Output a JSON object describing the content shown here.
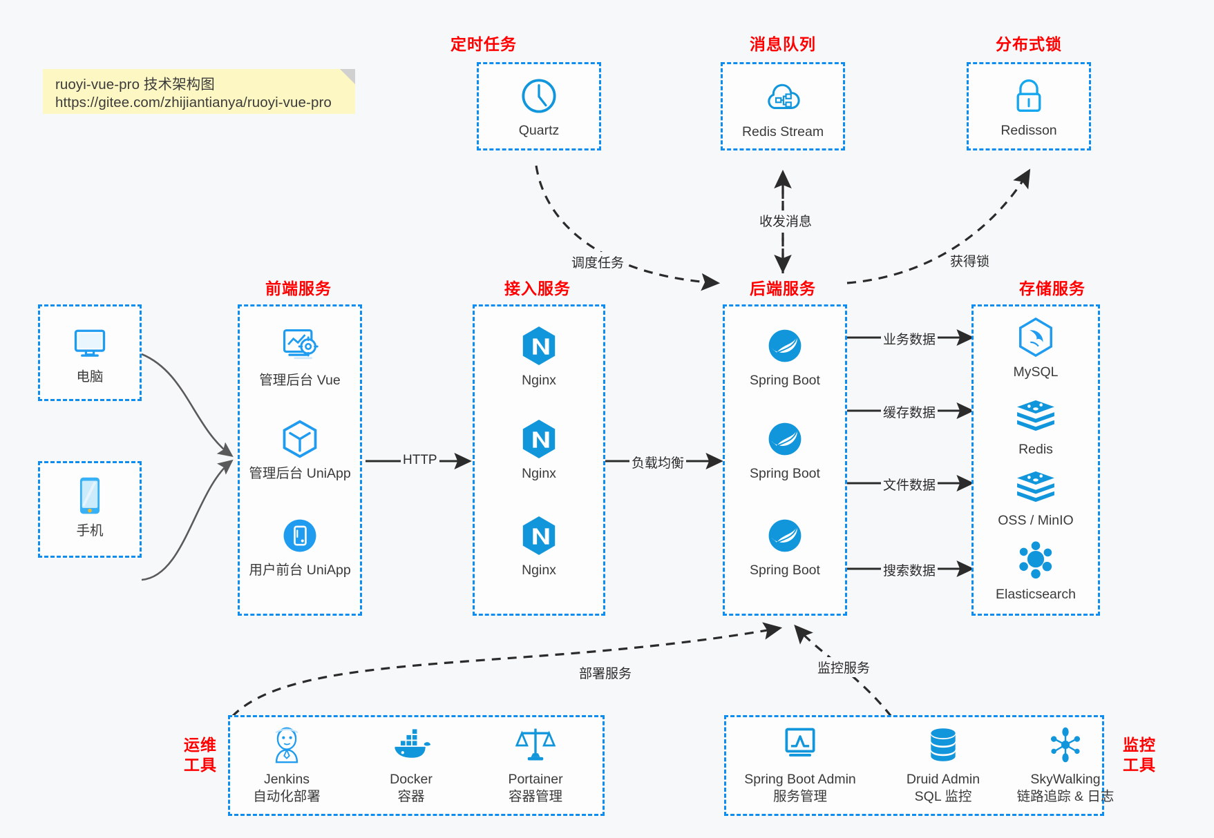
{
  "colors": {
    "accent_blue": "#0d8df0",
    "icon_blue": "#1296db",
    "title_red": "#ff0000",
    "note_yellow": "#fdf7c3",
    "background": "#f7f8fa",
    "edge_dark": "#2b2b2b",
    "edge_gray": "#555555"
  },
  "note": {
    "line1": "ruoyi-vue-pro 技术架构图",
    "line2": "https://gitee.com/zhijiantianya/ruoyi-vue-pro"
  },
  "groups": {
    "scheduled_task": {
      "title": "定时任务"
    },
    "message_queue": {
      "title": "消息队列"
    },
    "distributed_lock": {
      "title": "分布式锁"
    },
    "frontend": {
      "title": "前端服务"
    },
    "gateway": {
      "title": "接入服务"
    },
    "backend": {
      "title": "后端服务"
    },
    "storage": {
      "title": "存储服务"
    },
    "devops": {
      "title_line1": "运维",
      "title_line2": "工具"
    },
    "monitor": {
      "title_line1": "监控",
      "title_line2": "工具"
    }
  },
  "nodes": {
    "quartz": {
      "label": "Quartz",
      "icon": "clock-icon"
    },
    "redis_stream": {
      "label": "Redis Stream",
      "icon": "cloud-stream-icon"
    },
    "redisson": {
      "label": "Redisson",
      "icon": "lock-icon"
    },
    "pc": {
      "label": "电脑",
      "icon": "desktop-monitor-icon"
    },
    "mobile": {
      "label": "手机",
      "icon": "smartphone-icon"
    },
    "admin_vue": {
      "label": "管理后台 Vue",
      "icon": "dashboard-settings-icon"
    },
    "admin_uniapp": {
      "label": "管理后台 UniApp",
      "icon": "hexagon-cube-icon"
    },
    "user_uniapp": {
      "label": "用户前台 UniApp",
      "icon": "mobile-circle-icon"
    },
    "nginx1": {
      "label": "Nginx",
      "icon": "nginx-hexagon-icon"
    },
    "nginx2": {
      "label": "Nginx",
      "icon": "nginx-hexagon-icon"
    },
    "nginx3": {
      "label": "Nginx",
      "icon": "nginx-hexagon-icon"
    },
    "springboot1": {
      "label": "Spring Boot",
      "icon": "spring-leaf-icon"
    },
    "springboot2": {
      "label": "Spring Boot",
      "icon": "spring-leaf-icon"
    },
    "springboot3": {
      "label": "Spring Boot",
      "icon": "spring-leaf-icon"
    },
    "mysql": {
      "label": "MySQL",
      "icon": "mysql-dolphin-icon"
    },
    "redis": {
      "label": "Redis",
      "icon": "redis-stack-icon"
    },
    "oss_minio": {
      "label": "OSS / MinIO",
      "icon": "redis-stack-icon"
    },
    "elasticsearch": {
      "label": "Elasticsearch",
      "icon": "elasticsearch-cluster-icon"
    },
    "jenkins": {
      "label": "Jenkins",
      "sublabel": "自动化部署",
      "icon": "jenkins-butler-icon"
    },
    "docker": {
      "label": "Docker",
      "sublabel": "容器",
      "icon": "docker-whale-icon"
    },
    "portainer": {
      "label": "Portainer",
      "sublabel": "容器管理",
      "icon": "portainer-scale-icon"
    },
    "sba": {
      "label": "Spring Boot Admin",
      "sublabel": "服务管理",
      "icon": "monitor-chart-icon"
    },
    "druid": {
      "label": "Druid Admin",
      "sublabel": "SQL 监控",
      "icon": "database-stack-icon"
    },
    "skywalking": {
      "label": "SkyWalking",
      "sublabel": "链路追踪 & 日志",
      "icon": "skywalking-node-icon"
    }
  },
  "edges": {
    "http": "HTTP",
    "load_balance": "负载均衡",
    "schedule_task": "调度任务",
    "send_receive_message": "收发消息",
    "acquire_lock": "获得锁",
    "business_data": "业务数据",
    "cache_data": "缓存数据",
    "file_data": "文件数据",
    "search_data": "搜索数据",
    "deploy_service": "部署服务",
    "monitor_service": "监控服务"
  }
}
